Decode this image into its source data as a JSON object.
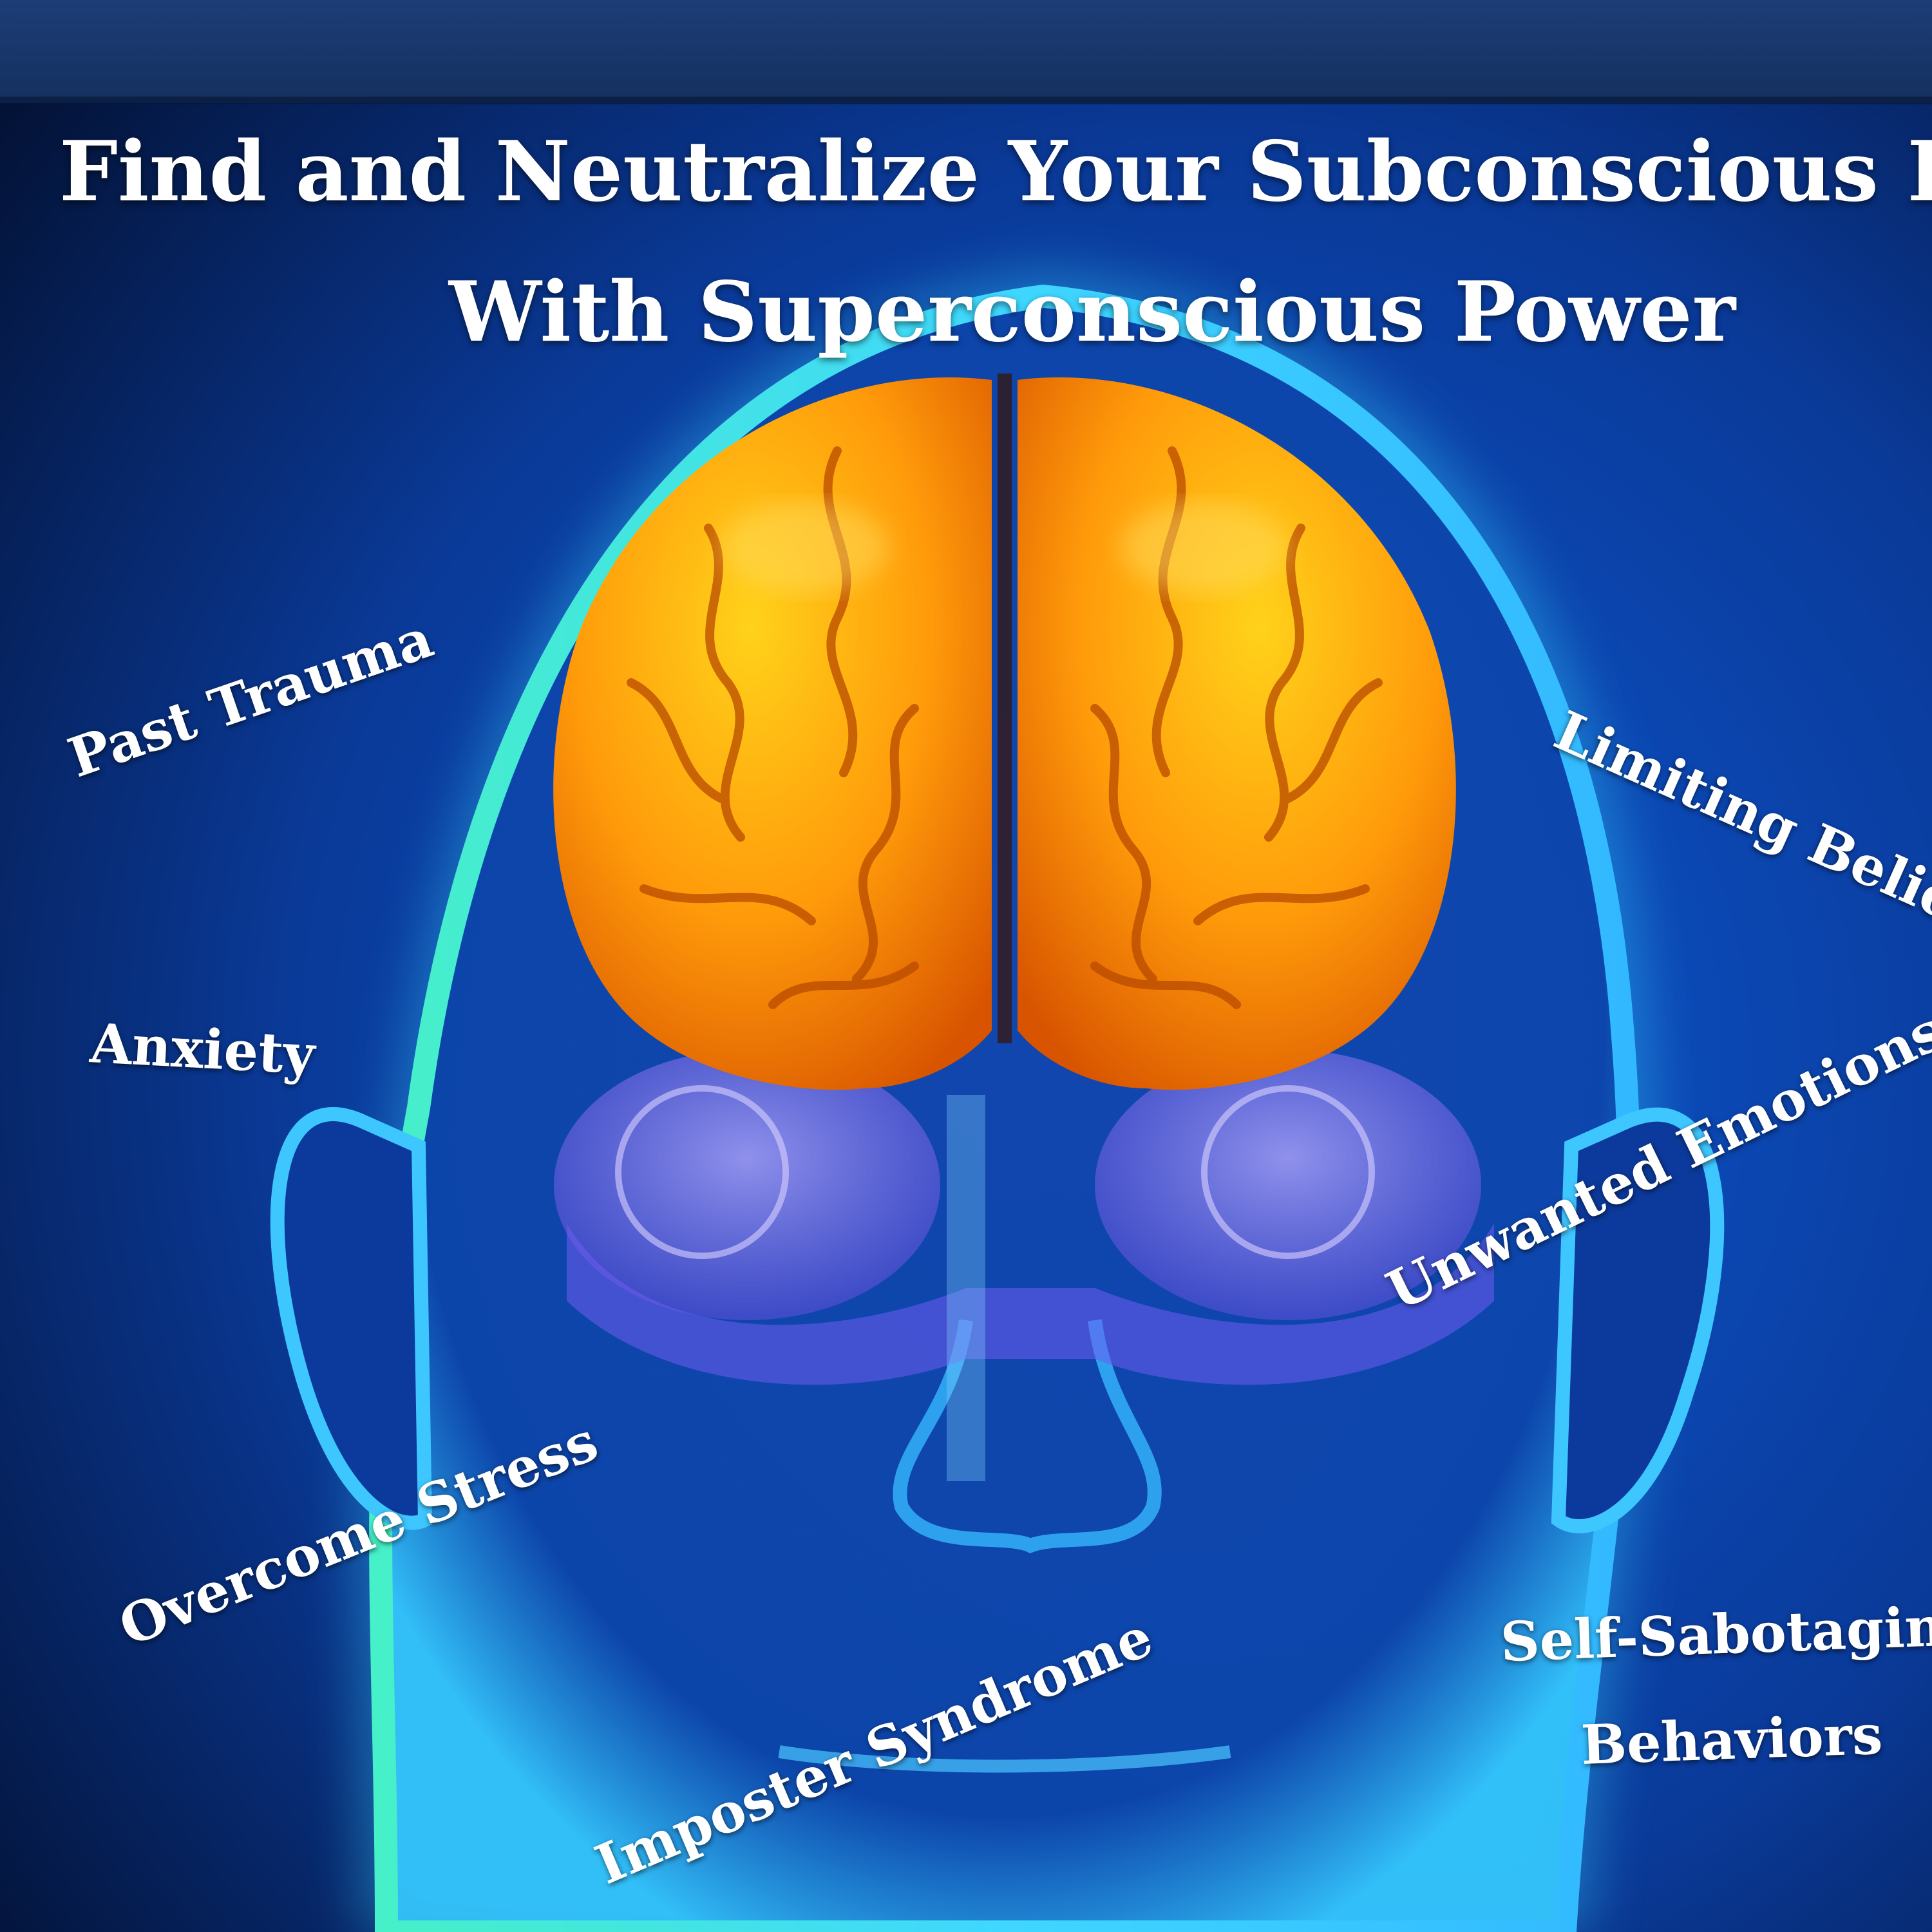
{
  "title": {
    "line1": "Find and Neutralize Your Subconscious Blocks",
    "line2": "With Superconscious Power"
  },
  "blocks": {
    "past_trauma": "Past Trauma",
    "limiting_beliefs": "Limiting Beliefs",
    "anxiety": "Anxiety",
    "unwanted_emotions": "Unwanted Emotions",
    "overcome_stress": "Overcome Stress",
    "self_sabotaging_line1": "Self-Sabotaging",
    "self_sabotaging_line2": "Behaviors",
    "imposter_syndrome": "Imposter Syndrome"
  },
  "colors": {
    "background_dark": "#02102e",
    "background_blue": "#0a49b8",
    "head_glow": "#3fe0ff",
    "brain_orange": "#ff8a00",
    "brain_yellow": "#ffd21a",
    "cerebellum_violet": "#8c7bff",
    "text": "#ffffff"
  }
}
